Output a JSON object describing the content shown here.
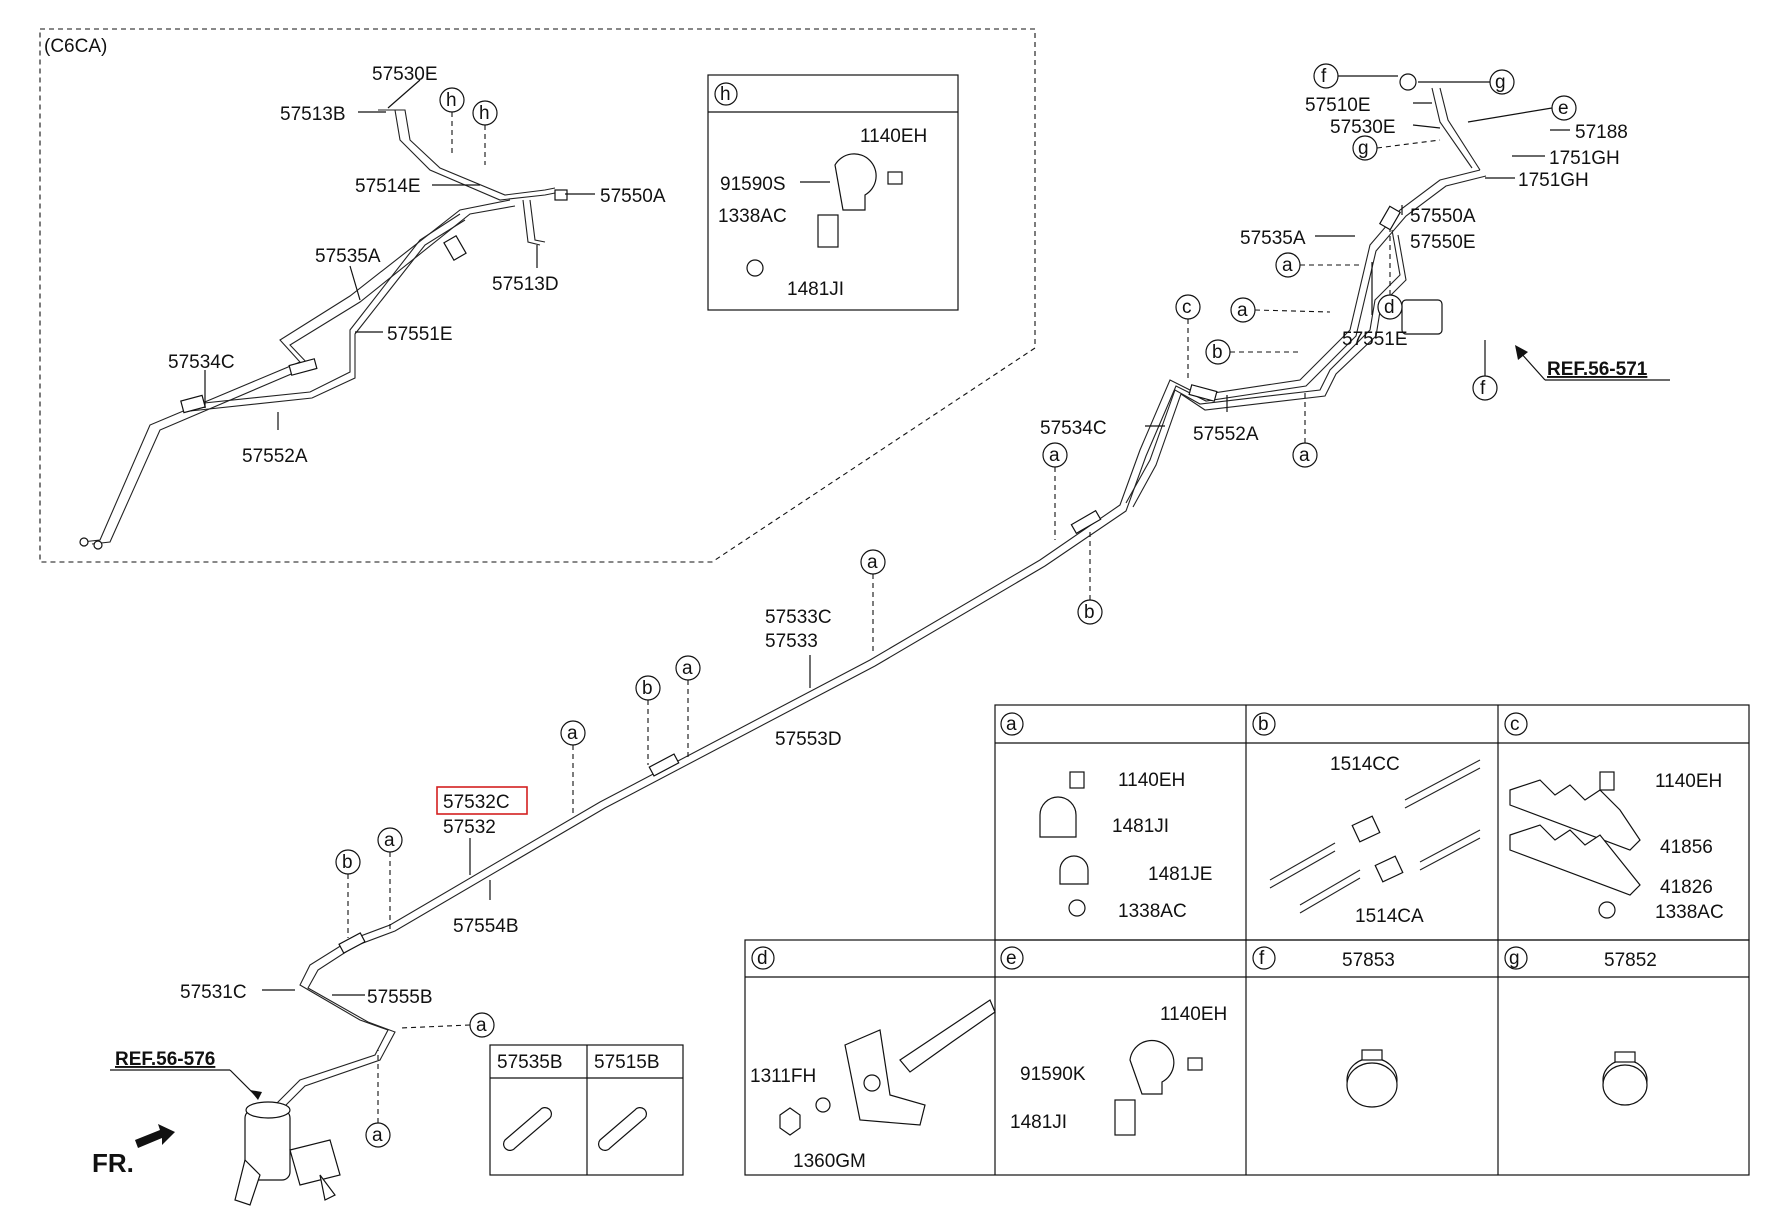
{
  "inset": {
    "variant": "(C6CA)"
  },
  "callouts": {
    "p57530E_i": "57530E",
    "p57513B_i": "57513B",
    "p57514E_i": "57514E",
    "p57550A_i": "57550A",
    "p57535A_i": "57535A",
    "p57513D_i": "57513D",
    "p57551E_i": "57551E",
    "p57534C_i": "57534C",
    "p57552A_i": "57552A",
    "p57510E": "57510E",
    "p57530E": "57530E",
    "p57188": "57188",
    "p1751GH_a": "1751GH",
    "p1751GH_b": "1751GH",
    "p57550A": "57550A",
    "p57550E": "57550E",
    "p57535A": "57535A",
    "p57551E": "57551E",
    "p57534C": "57534C",
    "p57552A": "57552A",
    "p57533C": "57533C",
    "p57533": "57533",
    "p57553D": "57553D",
    "p57532C": "57532C",
    "p57532": "57532",
    "p57554B": "57554B",
    "p57531C": "57531C",
    "p57555B": "57555B"
  },
  "refs": {
    "ref_top": "REF.56-571",
    "ref_bottom": "REF.56-576",
    "front": "FR."
  },
  "letters": {
    "a": "a",
    "b": "b",
    "c": "c",
    "d": "d",
    "e": "e",
    "f": "f",
    "g": "g",
    "h": "h"
  },
  "detail_h": {
    "parts": [
      "1140EH",
      "91590S",
      "1338AC",
      "1481JI"
    ]
  },
  "detail_a": {
    "parts": [
      "1140EH",
      "1481JI",
      "1481JE",
      "1338AC"
    ]
  },
  "detail_b": {
    "parts": [
      "1514CC",
      "1514CA"
    ]
  },
  "detail_c": {
    "parts": [
      "1140EH",
      "41856",
      "41826",
      "1338AC"
    ]
  },
  "detail_d": {
    "parts": [
      "1311FH",
      "1360GM"
    ]
  },
  "detail_e": {
    "parts": [
      "1140EH",
      "91590K",
      "1481JI"
    ]
  },
  "detail_f": {
    "part": "57853"
  },
  "detail_g": {
    "part": "57852"
  },
  "hoses": {
    "left": "57535B",
    "right": "57515B"
  },
  "highlight": {
    "color": "#d42020",
    "part": "57532C"
  }
}
